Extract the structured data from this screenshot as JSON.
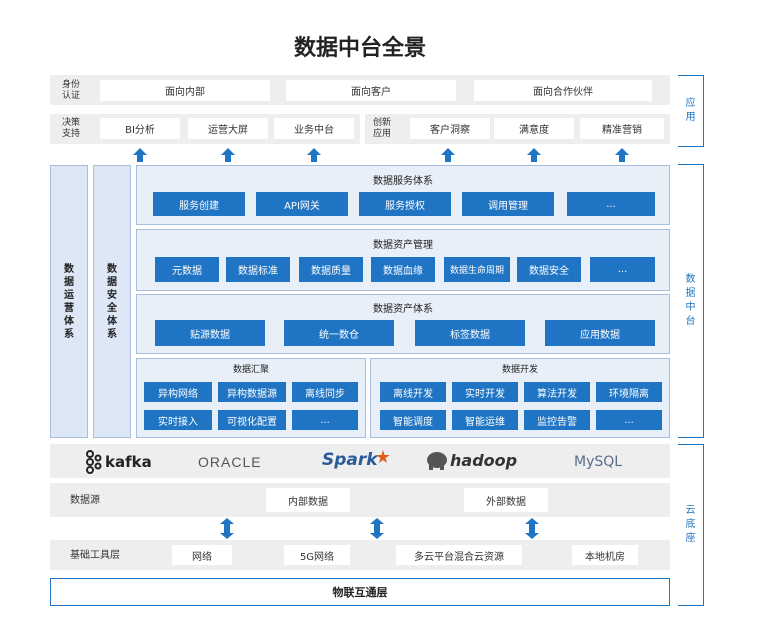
{
  "title": "数据中台全景",
  "app_layer": {
    "identity_label": "身份\n认证",
    "identity_items": [
      "面向内部",
      "面向客户",
      "面向合作伙伴"
    ],
    "decision_label": "决策\n支持",
    "decision_items": [
      "BI分析",
      "运营大屏",
      "业务中台"
    ],
    "innovation_label": "创新\n应用",
    "innovation_items": [
      "客户洞察",
      "满意度",
      "精准营销"
    ]
  },
  "side_labels": {
    "ops": "数\n据\n运\n营\n体\n系",
    "security": "数\n据\n安\n全\n体\n系"
  },
  "service_system": {
    "title": "数据服务体系",
    "items": [
      "服务创建",
      "API网关",
      "服务授权",
      "调用管理",
      "..."
    ]
  },
  "asset_management": {
    "title": "数据资产管理",
    "items": [
      "元数据",
      "数据标准",
      "数据质量",
      "数据血缘",
      "数据生命周期",
      "数据安全",
      "..."
    ]
  },
  "asset_system": {
    "title": "数据资产体系",
    "items": [
      "贴源数据",
      "统一数仓",
      "标签数据",
      "应用数据"
    ]
  },
  "data_collection": {
    "title": "数据汇聚",
    "items": [
      "异构网络",
      "异构数据源",
      "离线同步",
      "实时接入",
      "可视化配置",
      "..."
    ]
  },
  "data_development": {
    "title": "数据开发",
    "items": [
      "离线开发",
      "实时开发",
      "算法开发",
      "环境隔离",
      "智能调度",
      "智能运维",
      "监控告警",
      "..."
    ]
  },
  "tech_logos": [
    "kafka",
    "ORACLE",
    "Spark",
    "hadoop",
    "MySQL"
  ],
  "data_source": {
    "label": "数据源",
    "items": [
      "内部数据",
      "外部数据"
    ]
  },
  "infra": {
    "label": "基础工具层",
    "items": [
      "网络",
      "5G网络",
      "多云平台混合云资源",
      "本地机房"
    ]
  },
  "iot": "物联互通层",
  "right_bar": {
    "app": "应\n用",
    "platform": "数\n据\n中\n台",
    "cloud": "云\n底\n座"
  },
  "colors": {
    "accent": "#1f74c4",
    "panel": "#e8eff8",
    "gray": "#eeeeee"
  }
}
